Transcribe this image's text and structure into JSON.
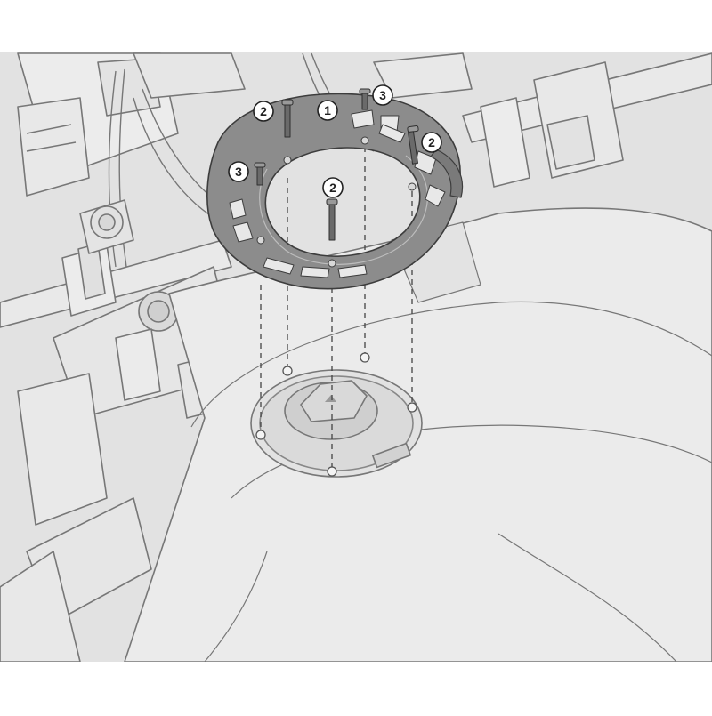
{
  "diagram": {
    "background_color": "#ffffff",
    "frame_fill": "#dcdcdc",
    "line_color": "#6e6e6e",
    "part_fill": "#8a8a8a",
    "callouts": [
      {
        "id": "c1",
        "label": "1",
        "refers_to": "mounting-flange"
      },
      {
        "id": "c2a",
        "label": "2",
        "refers_to": "screw"
      },
      {
        "id": "c2b",
        "label": "2",
        "refers_to": "screw"
      },
      {
        "id": "c2c",
        "label": "2",
        "refers_to": "screw"
      },
      {
        "id": "c3a",
        "label": "3",
        "refers_to": "short-screw"
      },
      {
        "id": "c3b",
        "label": "3",
        "refers_to": "short-screw"
      }
    ]
  }
}
